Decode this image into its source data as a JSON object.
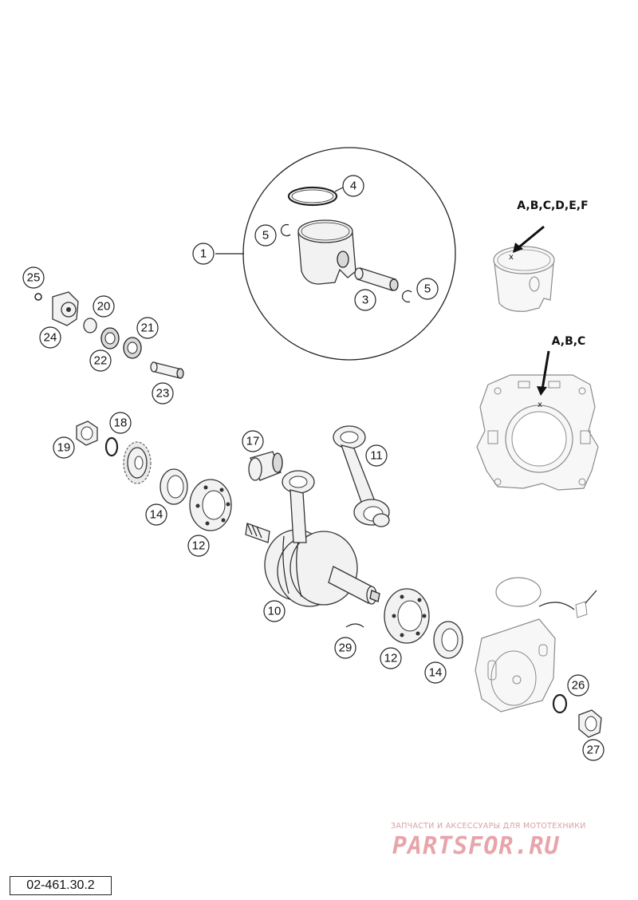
{
  "diagram_code": "02-461.30.2",
  "watermark": {
    "tagline": "ЗАПЧАСТИ И АКСЕССУАРЫ ДЛЯ МОТОТЕХНИКИ",
    "brand": "PARTSFOR.RU"
  },
  "marking_labels": {
    "piston_marks": "A,B,C,D,E,F",
    "cylinder_marks": "A,B,C",
    "mark_symbol": "x"
  },
  "callouts": {
    "c1": "1",
    "c3": "3",
    "c4": "4",
    "c5a": "5",
    "c5b": "5",
    "c10": "10",
    "c11": "11",
    "c12a": "12",
    "c12b": "12",
    "c14a": "14",
    "c14b": "14",
    "c17": "17",
    "c18": "18",
    "c19": "19",
    "c20": "20",
    "c21": "21",
    "c22": "22",
    "c23": "23",
    "c24": "24",
    "c25": "25",
    "c26": "26",
    "c27": "27",
    "c29": "29"
  },
  "colors": {
    "line": "#222222",
    "watermark": "#e7a5ab",
    "ghost_parts": "#8a8a8a"
  }
}
